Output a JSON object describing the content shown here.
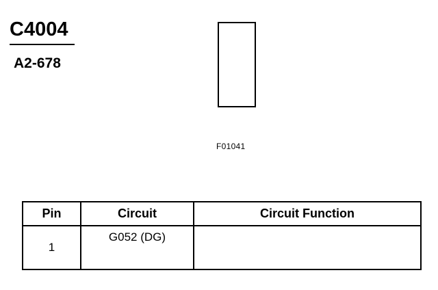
{
  "connector": {
    "id": "C4004",
    "location": "A2-678",
    "figure_ref": "F01041"
  },
  "pin_table": {
    "headers": [
      "Pin",
      "Circuit",
      "Circuit Function"
    ],
    "rows": [
      {
        "pin": "1",
        "circuit": "G052 (DG)",
        "function": ""
      }
    ]
  }
}
